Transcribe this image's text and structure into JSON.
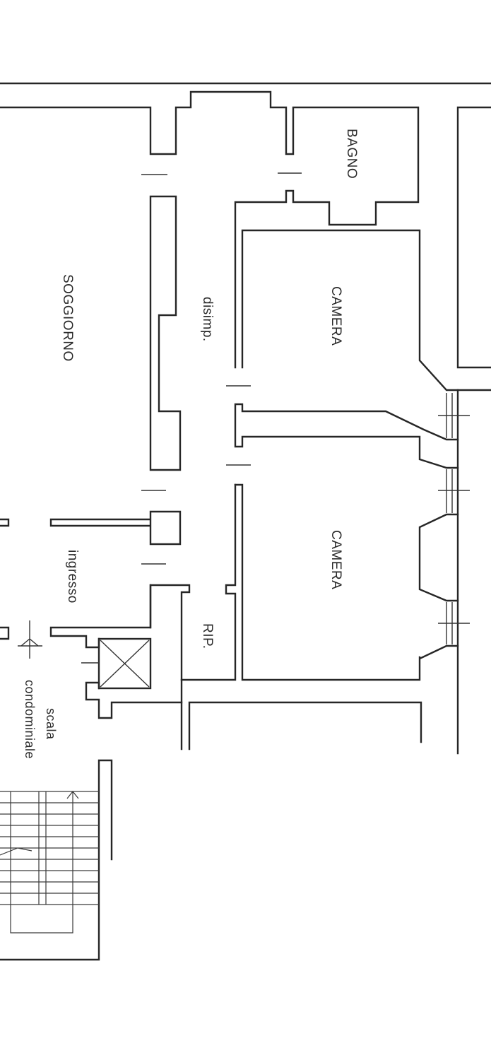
{
  "rooms": {
    "bagno": "BAGNO",
    "soggiorno": "SOGGIORNO",
    "disimpegno": "disimp.",
    "camera_top": "CAMERA",
    "camera_bottom": "CAMERA",
    "ingresso": "ingresso",
    "ripostiglio": "RIP.",
    "scala_line1": "scala",
    "scala_line2": "condominiale"
  }
}
